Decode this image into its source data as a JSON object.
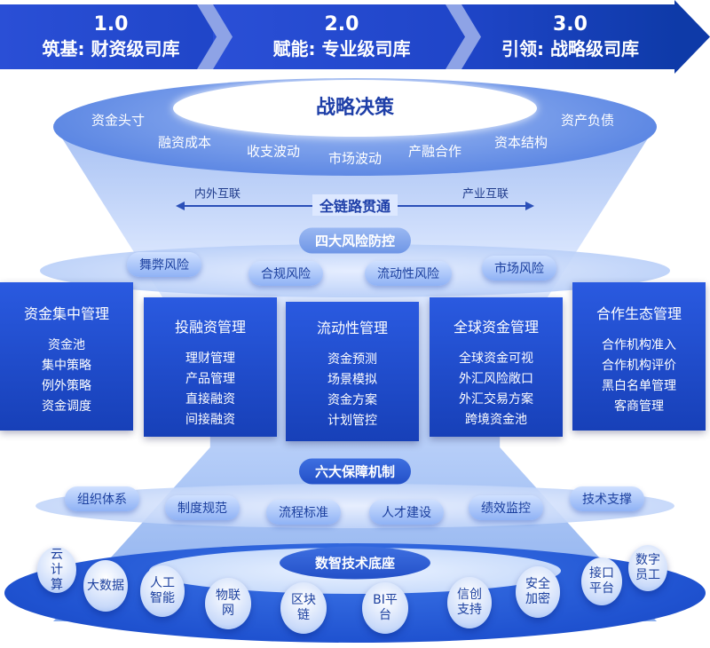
{
  "stages": [
    {
      "num": "1.0",
      "title": "筑基: 财资级司库"
    },
    {
      "num": "2.0",
      "title": "赋能: 专业级司库"
    },
    {
      "num": "3.0",
      "title": "引领: 战略级司库"
    }
  ],
  "strategy": {
    "title": "战略决策",
    "items": [
      "资金头寸",
      "融资成本",
      "收支波动",
      "市场波动",
      "产融合作",
      "资本结构",
      "资产负债"
    ]
  },
  "link": {
    "title": "全链路贯通",
    "left": "内外互联",
    "right": "产业互联"
  },
  "risk": {
    "title": "四大风险防控",
    "items": [
      "舞弊风险",
      "合规风险",
      "流动性风险",
      "市场风险"
    ]
  },
  "modules": [
    {
      "title": "资金集中管理",
      "items": [
        "资金池",
        "集中策略",
        "例外策略",
        "资金调度"
      ]
    },
    {
      "title": "投融资管理",
      "items": [
        "理财管理",
        "产品管理",
        "直接融资",
        "间接融资"
      ]
    },
    {
      "title": "流动性管理",
      "items": [
        "资金预测",
        "场景模拟",
        "资金方案",
        "计划管控"
      ]
    },
    {
      "title": "全球资金管理",
      "items": [
        "全球资金可视",
        "外汇风险敞口",
        "外汇交易方案",
        "跨境资金池"
      ]
    },
    {
      "title": "合作生态管理",
      "items": [
        "合作机构准入",
        "合作机构评价",
        "黑白名单管理",
        "客商管理"
      ]
    }
  ],
  "guarantee": {
    "title": "六大保障机制",
    "items": [
      "组织体系",
      "制度规范",
      "流程标准",
      "人才建设",
      "绩效监控",
      "技术支撑"
    ]
  },
  "foundation": {
    "title": "数智技术底座",
    "items": [
      "云计算",
      "大数据",
      "人工智能",
      "物联网",
      "区块链",
      "BI平台",
      "信创支持",
      "安全加密",
      "接口平台",
      "数字员工"
    ]
  },
  "colors": {
    "primary": "#2350c8",
    "light": "#cfe0ff"
  }
}
